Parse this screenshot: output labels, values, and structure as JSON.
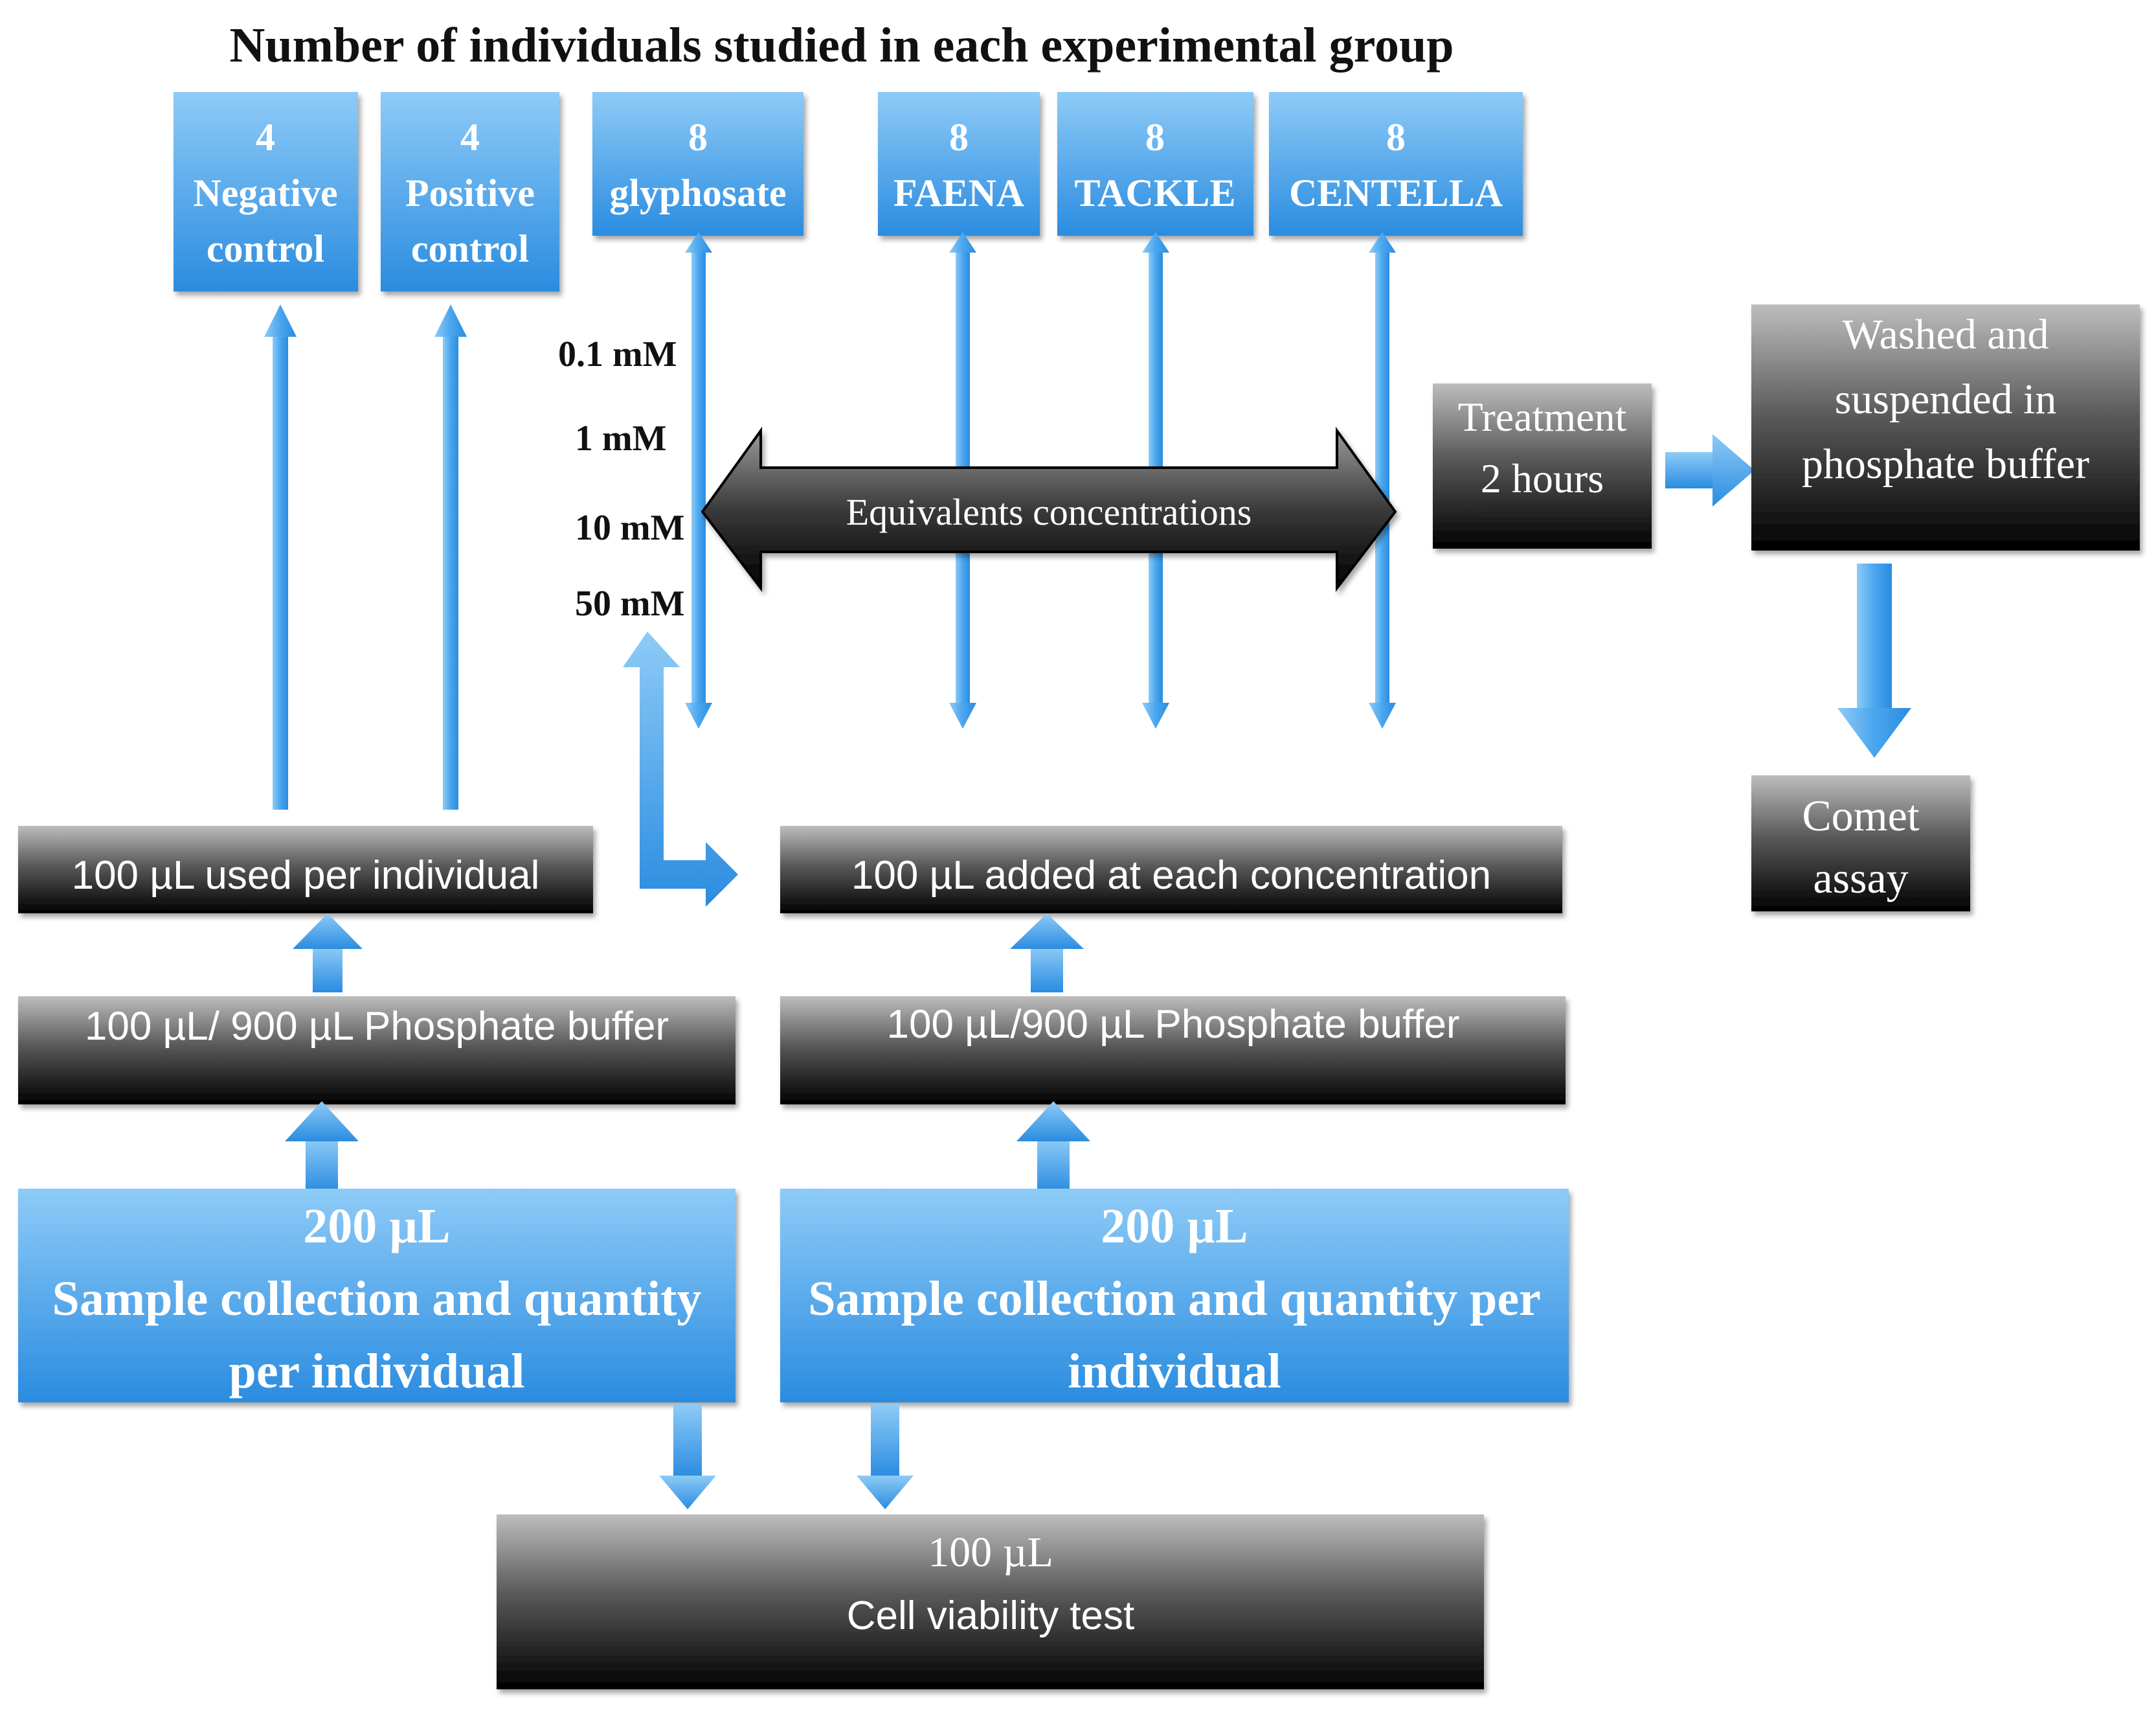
{
  "title": "Number of individuals studied in each experimental group",
  "groups": [
    {
      "count": "4",
      "line1": "Negative",
      "line2": "control"
    },
    {
      "count": "4",
      "line1": "Positive",
      "line2": "control"
    },
    {
      "count": "8",
      "line1": "glyphosate",
      "line2": ""
    },
    {
      "count": "8",
      "line1": "FAENA",
      "line2": ""
    },
    {
      "count": "8",
      "line1": "TACKLE",
      "line2": ""
    },
    {
      "count": "8",
      "line1": "CENTELLA",
      "line2": ""
    }
  ],
  "concentrations": [
    "0.1 mM",
    "1 mM",
    "10 mM",
    "50 mM"
  ],
  "equivalents_label": "Equivalents concentrations",
  "treatment": {
    "line1": "Treatment",
    "line2": "2 hours"
  },
  "washed": {
    "line1": "Washed and",
    "line2": "suspended in",
    "line3": "phosphate buffer"
  },
  "comet": {
    "line1": "Comet",
    "line2": "assay"
  },
  "used_per_individual": "100 µL used per  individual",
  "added_each_concentration": "100 µL added at each concentration",
  "buffer_left": "100 µL/ 900 µL Phosphate buffer",
  "buffer_right": "100 µL/900 µL Phosphate buffer",
  "sample_left": {
    "line1": "200 µL",
    "line2": "Sample collection and quantity",
    "line3": "per individual"
  },
  "sample_right": {
    "line1": "200 µL",
    "line2": "Sample collection and quantity per",
    "line3": "individual"
  },
  "viability": {
    "line1": "100 µL",
    "line2": "Cell viability test"
  },
  "colors": {
    "blue_top": "#8ecbf7",
    "blue_bottom": "#2a8ce0",
    "dark_top": "#b8b8b8",
    "dark_bottom": "#000000",
    "title_text": "#111111"
  }
}
